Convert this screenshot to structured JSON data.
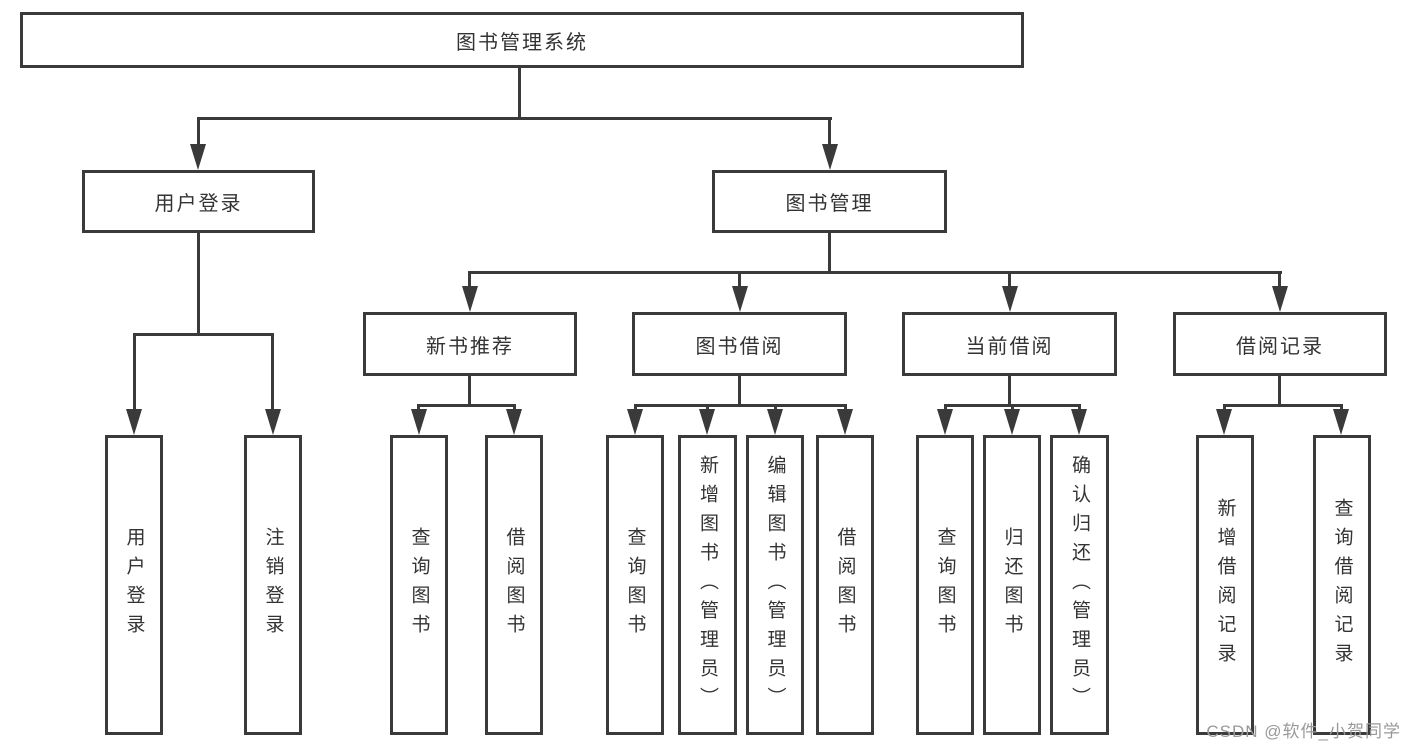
{
  "diagram": {
    "root": {
      "label": "图书管理系统"
    },
    "level2": [
      {
        "label": "用户登录"
      },
      {
        "label": "图书管理"
      }
    ],
    "level3": [
      {
        "label": "新书推荐"
      },
      {
        "label": "图书借阅"
      },
      {
        "label": "当前借阅"
      },
      {
        "label": "借阅记录"
      }
    ],
    "leaves": [
      {
        "label": "用户登录"
      },
      {
        "label": "注销登录"
      },
      {
        "label": "查询图书"
      },
      {
        "label": "借阅图书"
      },
      {
        "label": "查询图书"
      },
      {
        "label": "新增图书（管理员）"
      },
      {
        "label": "编辑图书（管理员）"
      },
      {
        "label": "借阅图书"
      },
      {
        "label": "查询图书"
      },
      {
        "label": "归还图书"
      },
      {
        "label": "确认归还（管理员）"
      },
      {
        "label": "新增借阅记录"
      },
      {
        "label": "查询借阅记录"
      }
    ],
    "watermark": "CSDN @软件_小贺同学",
    "colors": {
      "line": "#3a3a3a",
      "text": "#333333",
      "watermark": "#999999",
      "background": "#ffffff"
    }
  }
}
